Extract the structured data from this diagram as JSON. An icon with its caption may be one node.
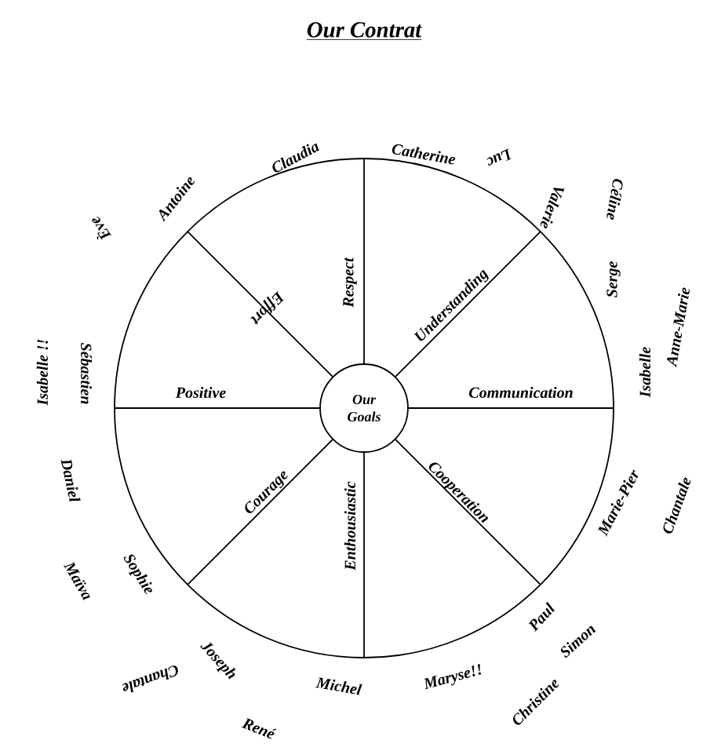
{
  "diagram": {
    "title": "Our Contrat",
    "nodes": [
      {
        "text": [],
        "shape": "circle"
      },
      {
        "text": [
          "Our Goals"
        ],
        "in": 0
      }
    ],
    "edges": [],
    "labels": [
      "Claudia",
      "Catherine",
      "Luc",
      "Valerie",
      "Céline",
      "Serge",
      "Anne-Marie",
      "Isabelle",
      "Chantale",
      "Marie-Pier",
      "Paul",
      "Simon",
      "Christine",
      "Maryse!!",
      "Michel",
      "René",
      "Joseph",
      "Chantale",
      "Maïva",
      "Sophie",
      "Daniel",
      "Isabelle !!",
      "Sébastien",
      "Ève",
      "Antoine",
      "Respect",
      "Understanding",
      "Communication",
      "Cooperation",
      "Enthousiastic",
      "Courage",
      "Positive",
      "Effort"
    ]
  }
}
